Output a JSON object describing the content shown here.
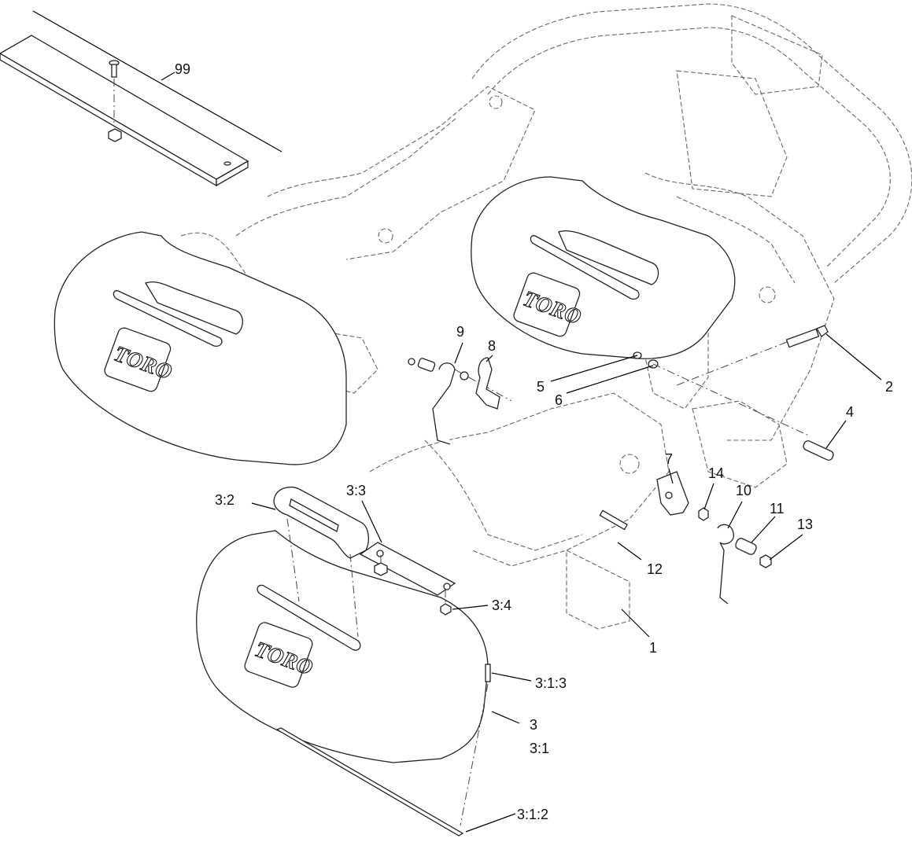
{
  "diagram": {
    "brand_mark": "TORO",
    "callouts": {
      "c99": "99",
      "c1": "1",
      "c2": "2",
      "c3": "3",
      "c3_1": "3:1",
      "c3_1_2": "3:1:2",
      "c3_1_3": "3:1:3",
      "c3_2": "3:2",
      "c3_3": "3:3",
      "c3_4": "3:4",
      "c4": "4",
      "c5": "5",
      "c6": "6",
      "c7": "7",
      "c8": "8",
      "c9": "9",
      "c10": "10",
      "c11": "11",
      "c12": "12",
      "c13": "13",
      "c14": "14"
    }
  }
}
